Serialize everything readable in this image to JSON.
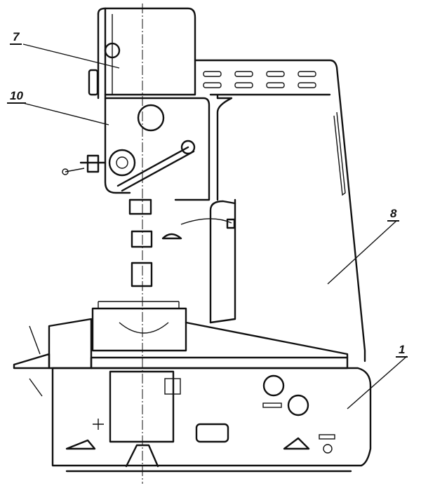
{
  "labels": [
    {
      "id": "label-7",
      "text": "7"
    },
    {
      "id": "label-10",
      "text": "10"
    },
    {
      "id": "label-8",
      "text": "8"
    },
    {
      "id": "label-1",
      "text": "1"
    }
  ]
}
